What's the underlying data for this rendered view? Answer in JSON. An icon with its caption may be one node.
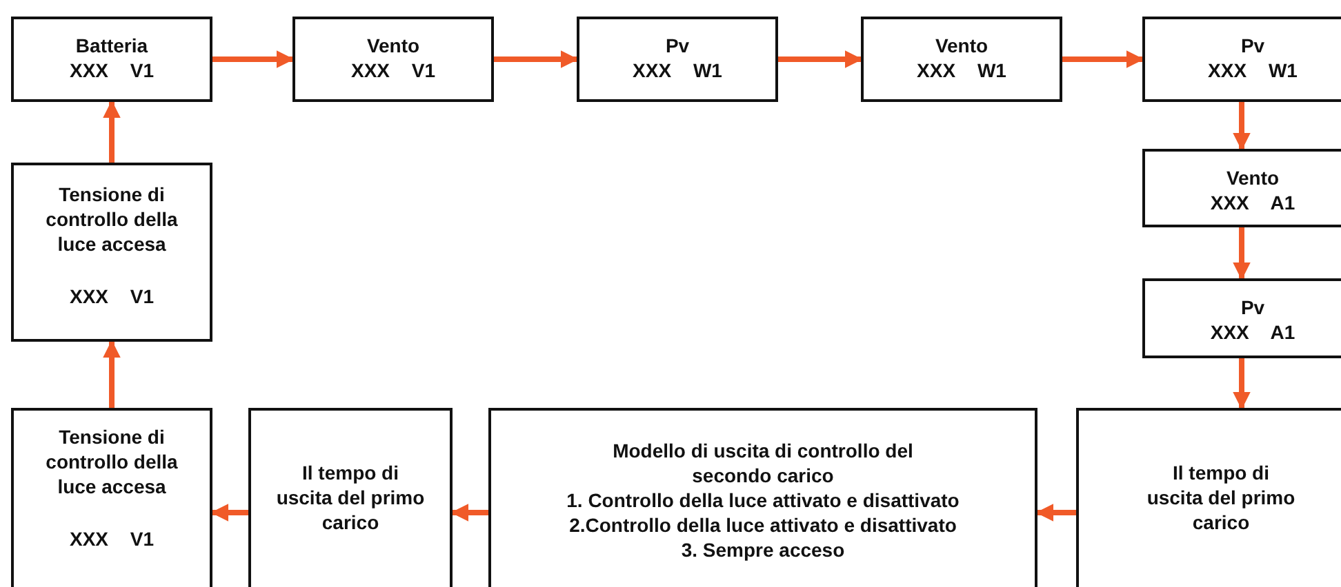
{
  "diagram": {
    "nodes": [
      {
        "text": [
          "Batteria",
          "XXX V1"
        ]
      },
      {
        "text": [
          "Vento",
          "XXX V1"
        ]
      },
      {
        "text": [
          "Pv",
          "XXX W1"
        ]
      },
      {
        "text": [
          "Vento",
          "XXX W1"
        ]
      },
      {
        "text": [
          "Pv",
          "XXX W1"
        ]
      },
      {
        "text": [
          "Vento",
          "XXX A1"
        ]
      },
      {
        "text": [
          "Pv",
          "XXX A1"
        ]
      },
      {
        "text": [
          "Il tempo di uscita del primo carico"
        ]
      },
      {
        "text": [
          "Modello di uscita di controllo del secondo carico",
          "1. Controllo della luce attivato e disattivato",
          "2.Controllo della luce attivato e disattivato",
          "3. Sempre acceso"
        ]
      },
      {
        "text": [
          "Il tempo di uscita del primo carico"
        ]
      },
      {
        "text": [
          "Tensione di controllo della luce accesa",
          "XXX V1"
        ]
      },
      {
        "text": [
          "Tensione di controllo della luce accesa",
          "XXX V1"
        ]
      }
    ],
    "edges": [
      {
        "from": 0,
        "to": 1,
        "arrow": "to"
      },
      {
        "from": 1,
        "to": 2,
        "arrow": "to"
      },
      {
        "from": 2,
        "to": 3,
        "arrow": "to"
      },
      {
        "from": 3,
        "to": 4,
        "arrow": "to"
      },
      {
        "from": 4,
        "to": 5,
        "arrow": "to"
      },
      {
        "from": 5,
        "to": 6,
        "arrow": "to"
      },
      {
        "from": 6,
        "to": 7,
        "arrow": "to"
      },
      {
        "from": 7,
        "to": 8,
        "arrow": "to"
      },
      {
        "from": 8,
        "to": 9,
        "arrow": "to"
      },
      {
        "from": 9,
        "to": 10,
        "arrow": "to"
      },
      {
        "from": 10,
        "to": 11,
        "arrow": "to"
      },
      {
        "from": 11,
        "to": 0,
        "arrow": "to"
      }
    ]
  }
}
